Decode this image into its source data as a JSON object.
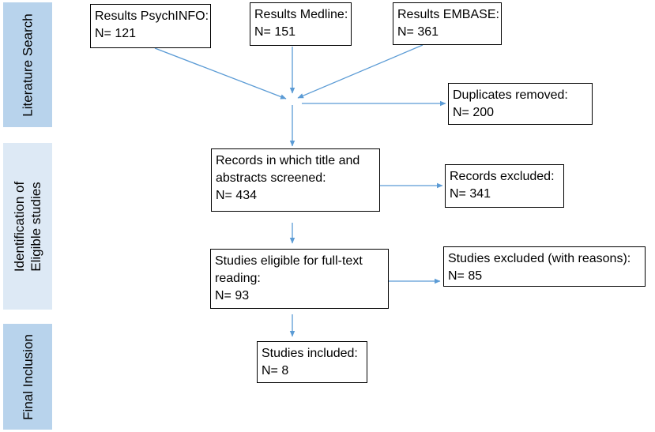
{
  "phases": {
    "search": [
      "Literature Search"
    ],
    "identification": [
      "Identification of",
      "Eligible studies"
    ],
    "final": [
      "Final Inclusion"
    ]
  },
  "boxes": {
    "psychinfo": {
      "label": "Results PsychINFO:",
      "count": "N= 121"
    },
    "medline": {
      "label": "Results Medline:",
      "count": "N= 151"
    },
    "embase": {
      "label": "Results EMBASE:",
      "count": "N= 361"
    },
    "duplicates": {
      "label": "Duplicates removed:",
      "count": "N=  200"
    },
    "records_screened": {
      "lines": [
        "Records in which title and",
        "abstracts screened:"
      ],
      "count": "N=  434"
    },
    "records_excluded": {
      "label": "Records excluded:",
      "count": "N=  341"
    },
    "eligible": {
      "lines": [
        "Studies eligible for full-text",
        "reading:"
      ],
      "count": "N=  93"
    },
    "studies_excluded": {
      "label": "Studies excluded (with reasons):",
      "count": "N=  85"
    },
    "included": {
      "label": "Studies included:",
      "count": "N=  8"
    }
  },
  "colors": {
    "phase_dark": "#b8d3ec",
    "phase_light": "#dde9f5",
    "arrow": "#5b9bd5",
    "box_border": "#000000"
  }
}
